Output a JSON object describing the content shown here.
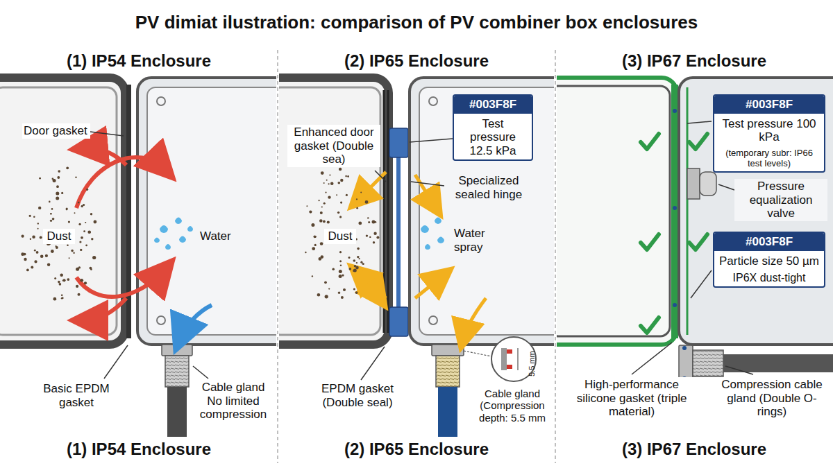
{
  "diagram": {
    "title": "PV dimiat ilustration: comparison of PV combiner box enclosures",
    "nodes": [
      {
        "text": [
          "#003F8F",
          "Test pressure 12.5 kPa"
        ]
      },
      {
        "text": [
          "#003F8F",
          "Test pressure 100 kPa",
          "(temporary subr: IP66 test levels)"
        ]
      },
      {
        "text": [
          "#003F8F",
          "Particle size 50 µm",
          "IP6X dust-tight"
        ]
      }
    ],
    "labels": [
      "(1) IP54 Enclosure",
      "(2) IP65 Enclosure",
      "(3) IP67 Enclosure",
      "Door gasket",
      "Dust",
      "Water",
      "Basic EPDM gasket",
      "Cable gland No limited compression",
      "Enhanced door gasket (Double sea)",
      "Specialized sealed hinge",
      "Dust",
      "Water spray",
      "5.5 mm",
      "EPDM gasket (Double seal)",
      "Cable gland (Compression depth: 5.5 mm",
      "Pressure equalization valve",
      "High-performance silicone gasket (triple material)",
      "Compression cable gland (Double O-rings)",
      "(1) IP54 Enclosure",
      "(2) IP65 Enclosure",
      "(3) IP67 Enclosure"
    ]
  }
}
